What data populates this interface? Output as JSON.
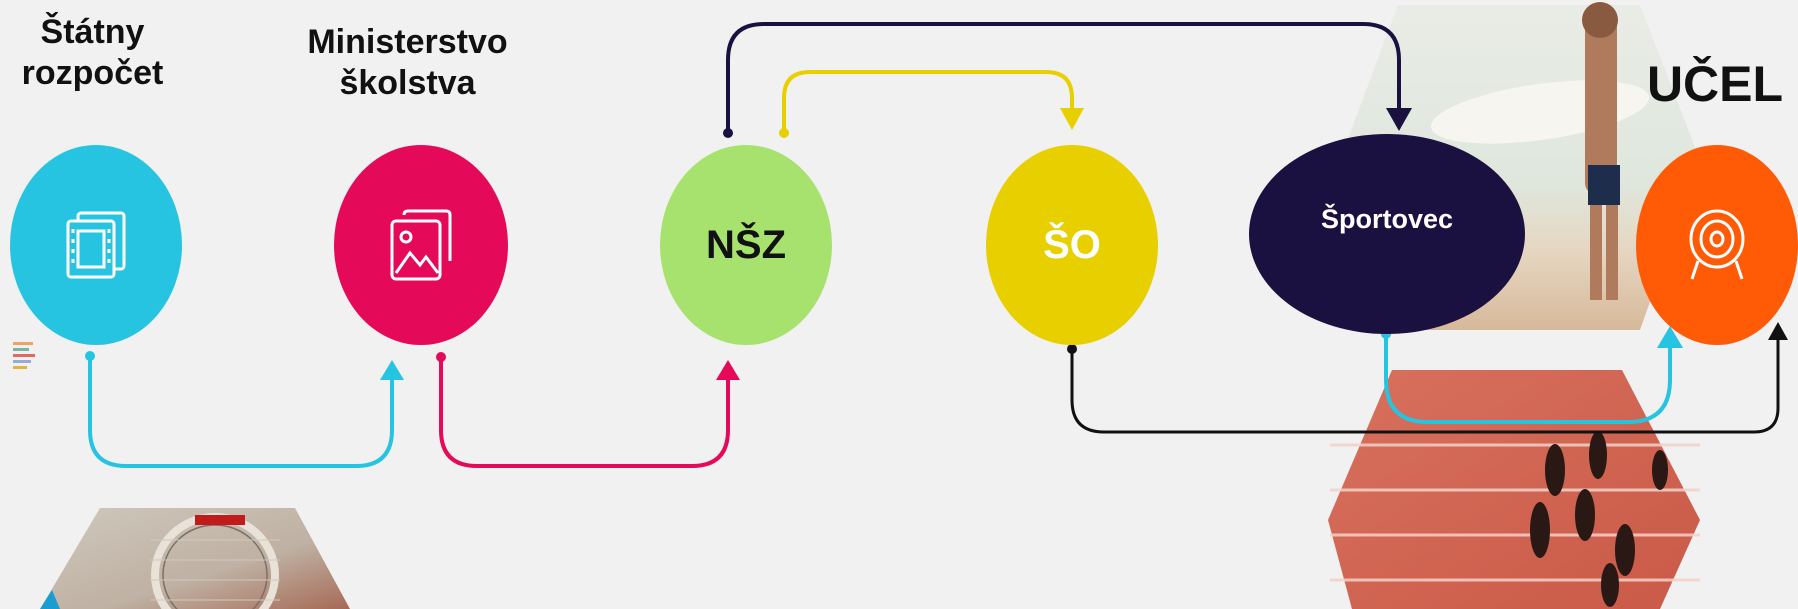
{
  "labels": {
    "state_budget": "Štátny\nrozpočet",
    "ministry": "Ministerstvo\nškolstva",
    "goal": "UČEL"
  },
  "nodes": {
    "nsz": "NŠZ",
    "so": "ŠO",
    "athlete": "Športovec"
  },
  "colors": {
    "cyan": "#27c4e2",
    "magenta": "#e5095a",
    "green": "#a7e26e",
    "yellow": "#e8cf00",
    "navy": "#1b1140",
    "orange": "#ff5a05",
    "black": "#111111"
  },
  "icons": {
    "state_budget": "film-frames-icon",
    "ministry": "image-gallery-icon",
    "goal": "target-icon"
  },
  "photos": [
    "surfer-photo",
    "running-track-photo",
    "tennis-racket-photo"
  ]
}
